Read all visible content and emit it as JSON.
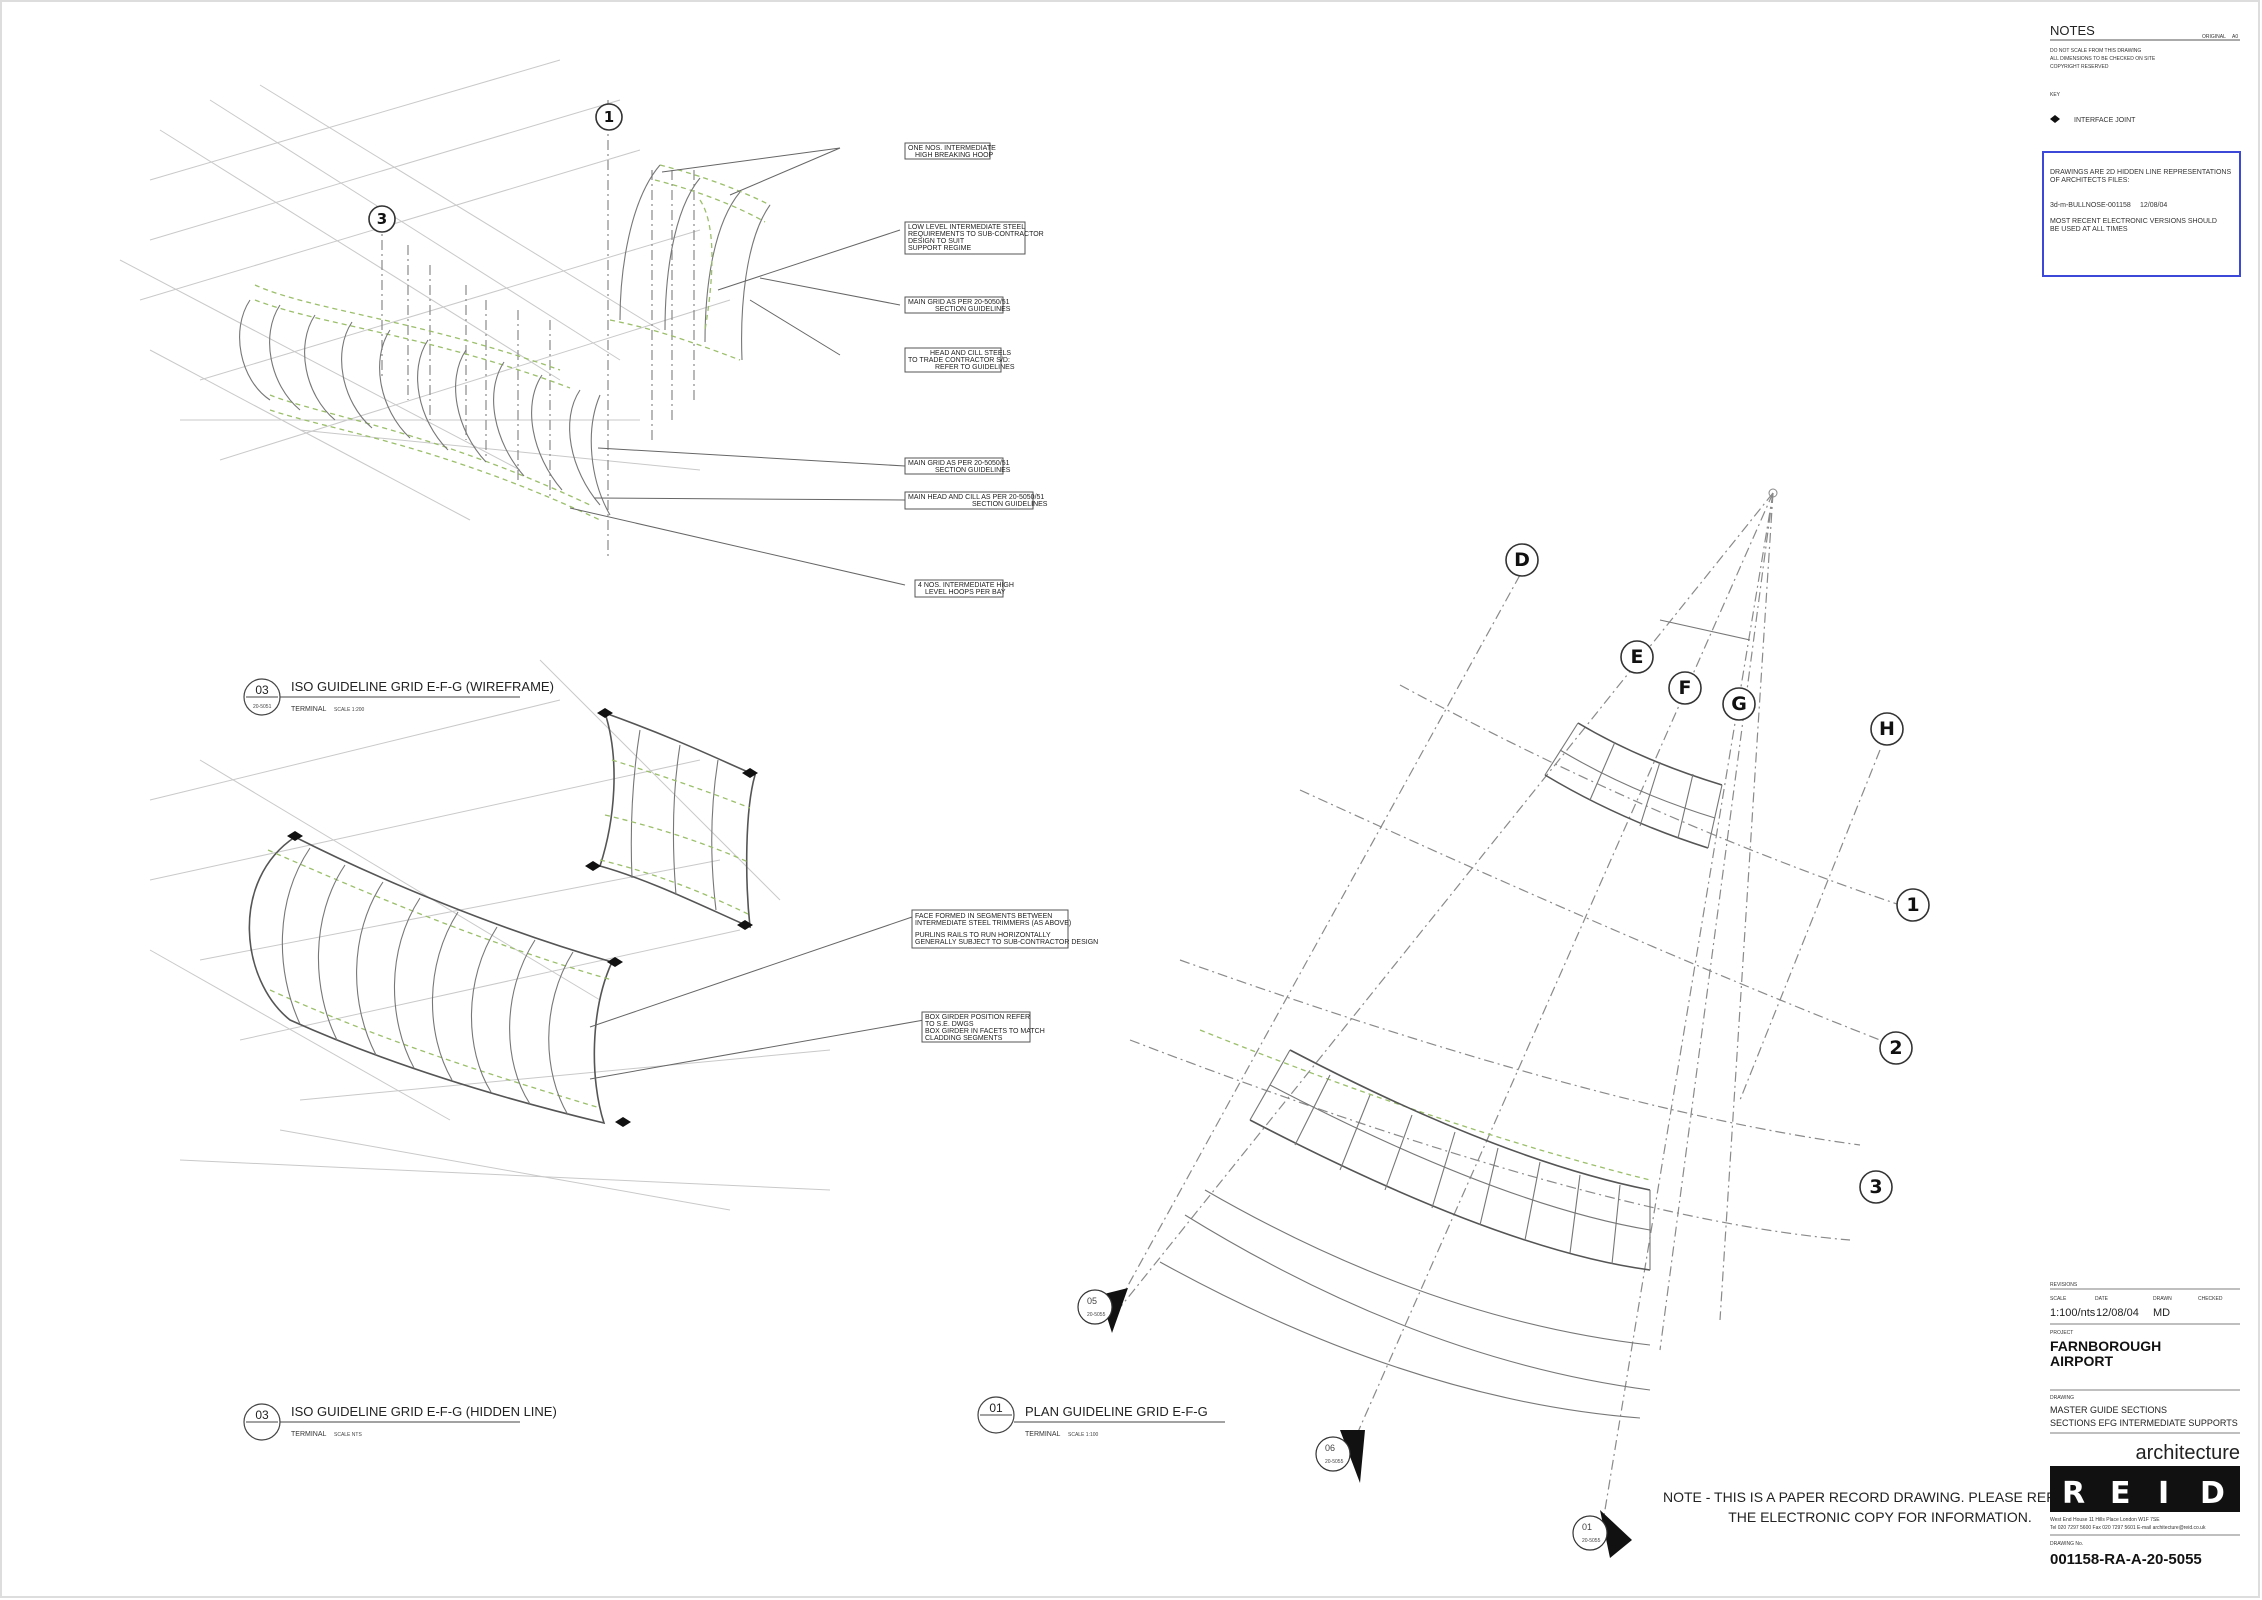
{
  "notes": {
    "heading": "NOTES",
    "original_label": "ORIGINAL",
    "original_value": "A0",
    "lines": [
      "DO NOT SCALE FROM THIS DRAWING",
      "ALL DIMENSIONS TO BE CHECKED ON SITE",
      "COPYRIGHT RESERVED"
    ],
    "key_heading": "KEY",
    "key_item": "INTERFACE JOINT",
    "blue_box": {
      "line1": "DRAWINGS ARE 2D HIDDEN LINE REPRESENTATIONS",
      "line2": "OF ARCHITECTS FILES:",
      "file": "3d-m-BULLNOSE-001158",
      "file_date": "12/08/04",
      "line3": "MOST RECENT ELECTRONIC VERSIONS SHOULD",
      "line4": "BE USED AT ALL TIMES"
    },
    "blue_color": "#3b48d8"
  },
  "grid_bubbles": {
    "top_1": "1",
    "top_3": "3",
    "plan_D": "D",
    "plan_E": "E",
    "plan_F": "F",
    "plan_G": "G",
    "plan_H": "H",
    "plan_1": "1",
    "plan_2": "2",
    "plan_3": "3"
  },
  "callouts_top": [
    {
      "line1": "ONE NOS. INTERMEDIATE",
      "line2": "HIGH BREAKING HOOP"
    },
    {
      "line1": "LOW LEVEL INTERMEDIATE STEEL",
      "line2": "REQUIREMENTS TO SUB-CONTRACTOR",
      "line3": "DESIGN TO SUIT",
      "line4": "SUPPORT REGIME"
    },
    {
      "line1": "MAIN GRID AS PER 20-5050/51",
      "line2": "SECTION GUIDELINES"
    },
    {
      "line1": "HEAD AND CILL STEELS",
      "line2": "TO TRADE CONTRACTOR S/D:",
      "line3": "REFER TO GUIDELINES"
    },
    {
      "line1": "MAIN GRID AS PER 20-5050/51",
      "line2": "SECTION GUIDELINES"
    },
    {
      "line1": "MAIN HEAD AND CILL AS PER 20-5050/51",
      "line2": "SECTION GUIDELINES"
    },
    {
      "line1": "4 NOS. INTERMEDIATE HIGH",
      "line2": "LEVEL HOOPS PER BAY"
    }
  ],
  "callouts_bottom": [
    {
      "line1": "FACE FORMED IN SEGMENTS BETWEEN",
      "line2": "INTERMEDIATE STEEL TRIMMERS (AS ABOVE)",
      "line3": "PURLINS RAILS TO RUN HORIZONTALLY",
      "line4": "GENERALLY SUBJECT TO SUB-CONTRACTOR DESIGN"
    },
    {
      "line1": "BOX GIRDER POSITION REFER",
      "line2": "TO S.E. DWGS",
      "line3": "BOX GIRDER IN FACETS TO MATCH",
      "line4": "CLADDING SEGMENTS"
    }
  ],
  "views": [
    {
      "num": "03",
      "ref": "20-5051",
      "title": "ISO GUIDELINE GRID E-F-G (WIREFRAME)",
      "sub1": "TERMINAL",
      "sub2": "SCALE 1:200"
    },
    {
      "num": "03",
      "ref": "",
      "title": "ISO GUIDELINE GRID E-F-G (HIDDEN LINE)",
      "sub1": "TERMINAL",
      "sub2": "SCALE NTS"
    },
    {
      "num": "01",
      "ref": "",
      "title": "PLAN GUIDELINE GRID E-F-G",
      "sub1": "TERMINAL",
      "sub2": "SCALE 1:100"
    }
  ],
  "section_markers": [
    {
      "num": "05",
      "ref": "20-5055"
    },
    {
      "num": "06",
      "ref": "20-5055"
    },
    {
      "num": "01",
      "ref": "20-5055"
    }
  ],
  "paper_note": {
    "line1": "NOTE - THIS IS A PAPER RECORD DRAWING. PLEASE REFER TO",
    "line2": "THE ELECTRONIC COPY FOR INFORMATION."
  },
  "title_block": {
    "revisions_label": "REVISIONS",
    "scale_label": "SCALE",
    "date_label": "DATE",
    "drawn_label": "DRAWN",
    "checked_label": "CHECKED",
    "scale_value": "1:100/nts",
    "date_value": "12/08/04",
    "drawn_value": "MD",
    "project_label": "PROJECT",
    "project_line1": "FARNBOROUGH",
    "project_line2": "AIRPORT",
    "drawing_label": "DRAWING",
    "drawing_line1": "MASTER GUIDE SECTIONS",
    "drawing_line2": "SECTIONS   EFG INTERMEDIATE SUPPORTS",
    "firm_tagline": "architecture",
    "logo_letters": [
      "R",
      "E",
      "I",
      "D"
    ],
    "address": "West End House   11 Hills Place   London W1F 7SE",
    "contacts": "Tel 020 7297 5600   Fax 020 7297 5601   E-mail architecture@reid.co.uk",
    "drawing_no_label": "DRAWING No.",
    "drawing_no": "001158-RA-A-20-5055"
  }
}
